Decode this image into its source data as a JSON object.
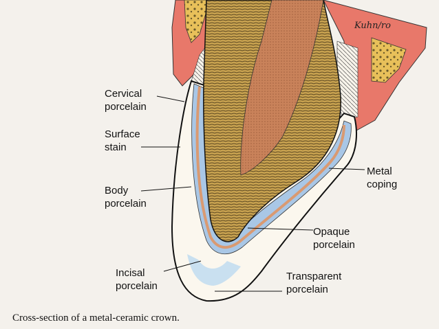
{
  "diagram": {
    "signature": "Kuhn/ro",
    "caption": "Cross-section of a metal-ceramic crown.",
    "labels": {
      "cervical_porcelain": "Cervical\nporcelain",
      "surface_stain": "Surface\nstain",
      "body_porcelain": "Body\nporcelain",
      "incisal_porcelain": "Incisal\nporcelain",
      "metal_coping": "Metal\ncoping",
      "opaque_porcelain": "Opaque\nporcelain",
      "transparent_porcelain": "Transparent\nporcelain"
    },
    "colors": {
      "background": "#f4f1ec",
      "gum": "#e8786a",
      "bone": "#e8c05a",
      "root_dentin": "#c9a04c",
      "pulp": "#c9825a",
      "metal_coping": "#a9c7e6",
      "opaque_porcelain": "#d99a72",
      "body_porcelain": "#fbf7ee",
      "incisal_porcelain": "#c9e0f0"
    }
  }
}
